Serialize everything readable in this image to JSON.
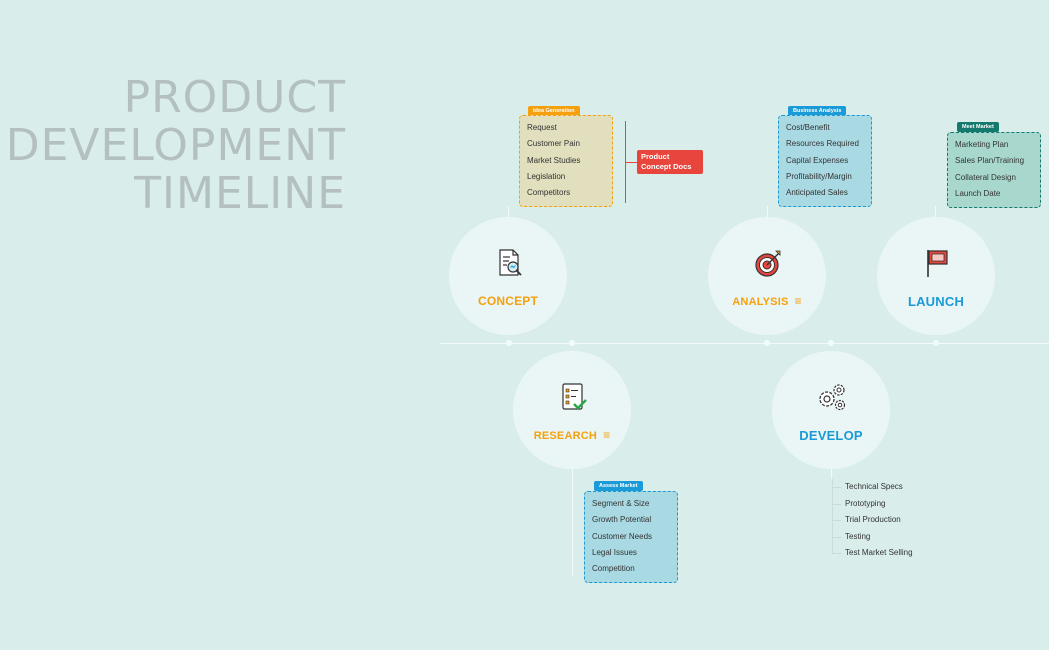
{
  "title": {
    "line1": "PRODUCT",
    "line2": "DEVELOPMENT",
    "line3": "TIMELINE"
  },
  "colors": {
    "background": "#d9eeeb",
    "orange": "#f5a00f",
    "blue": "#1a9ad6",
    "red": "#e8453c",
    "teal": "#157a6e"
  },
  "stages": {
    "concept": {
      "label": "CONCEPT",
      "icon": "document-search-icon"
    },
    "analysis": {
      "label": "ANALYSIS",
      "icon": "target-icon"
    },
    "launch": {
      "label": "LAUNCH",
      "icon": "flag-icon"
    },
    "research": {
      "label": "RESEARCH",
      "icon": "checklist-icon"
    },
    "develop": {
      "label": "DEVELOP",
      "icon": "gears-icon"
    }
  },
  "idea_generation": {
    "tag": "Idea Generation",
    "items": [
      "Request",
      "Customer Pain",
      "Market Studies",
      "Legislation",
      "Competitors"
    ],
    "callout": {
      "line1": "Product",
      "line2": "Concept Docs"
    }
  },
  "business_analysis": {
    "tag": "Business Analysis",
    "items": [
      "Cost/Benefit",
      "Resources Required",
      "Capital Expenses",
      "Profitability/Margin",
      "Anticipated Sales"
    ]
  },
  "meet_market": {
    "tag": "Meet Market",
    "items": [
      "Marketing Plan",
      "Sales Plan/Training",
      "Collateral Design",
      "Launch Date"
    ]
  },
  "assess_market": {
    "tag": "Assess Market",
    "items": [
      "Segment & Size",
      "Growth Potential",
      "Customer Needs",
      "Legal Issues",
      "Competition"
    ]
  },
  "develop_items": [
    "Technical Specs",
    "Prototyping",
    "Trial Production",
    "Testing",
    "Test Market Selling"
  ]
}
